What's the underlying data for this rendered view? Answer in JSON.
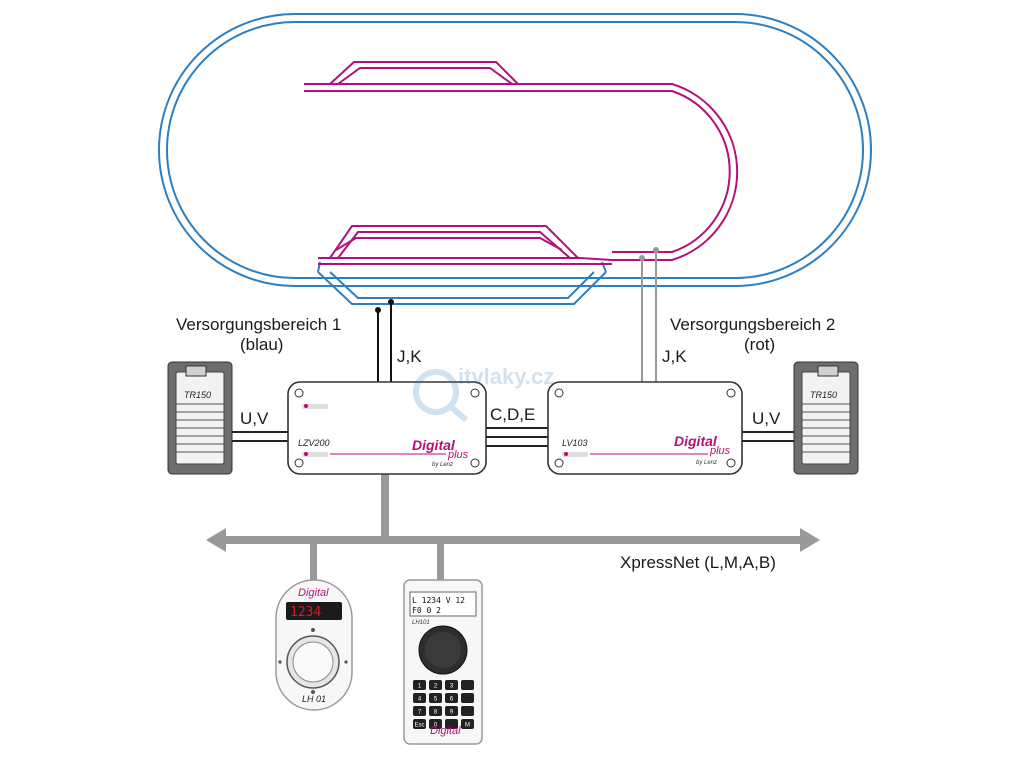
{
  "labels": {
    "area1_title": "Versorgungsbereich  1",
    "area1_color": "(blau)",
    "area2_title": "Versorgungsbereich  2",
    "area2_color": "(rot)",
    "jk_left": "J,K",
    "jk_right": "J,K",
    "uv_left": "U,V",
    "uv_right": "U,V",
    "cde": "C,D,E",
    "xpressnet": "XpressNet (L,M,A,B)"
  },
  "devices": {
    "tr150_left": "TR150",
    "tr150_right": "TR150",
    "lzv200": "LZV200",
    "lv103": "LV103",
    "lh01": "LH 01",
    "lh101": "LH101",
    "brand_digital": "Digital",
    "brand_plus": "plus",
    "brand_bylenz": "by Lenz"
  },
  "handheld_display": {
    "line1": "L 1234  V  12",
    "line2": "F0   0 2"
  },
  "lh01_display": "1234",
  "keypad": [
    "1",
    "2",
    "3",
    "",
    "4",
    "5",
    "6",
    "",
    "7",
    "8",
    "9",
    "",
    "Esc",
    "0",
    "",
    "M"
  ],
  "watermark": "itvlaky.cz",
  "colors": {
    "blue_track": "#2e7fc0",
    "magenta_track": "#b2107a",
    "bus": "#999999"
  }
}
